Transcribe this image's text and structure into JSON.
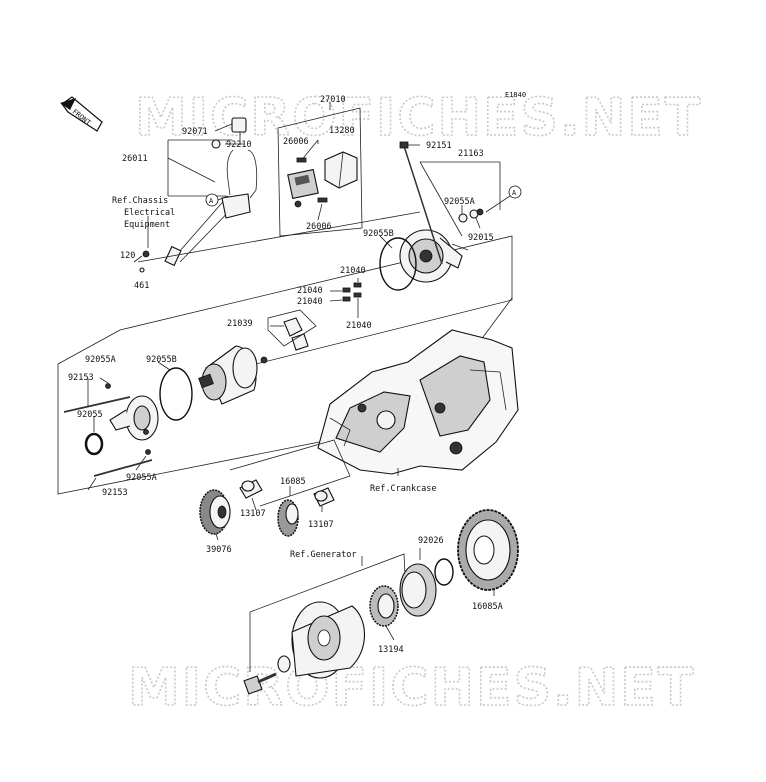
{
  "page_code": "E1840",
  "front_label": "FRONT",
  "watermark": "MICROFICHES.NET",
  "callouts": {
    "p27010": "27010",
    "p92071": "92071",
    "p92210": "92210",
    "p26011": "26011",
    "p26006a": "26006",
    "p13280": "13280",
    "p26006b": "26006",
    "p92151": "92151",
    "p21163": "21163",
    "p92055A_top": "92055A",
    "p92015": "92015",
    "p92055B_top": "92055B",
    "p120": "120",
    "p461": "461",
    "p21040a": "21040",
    "p21040b": "21040",
    "p21040c": "21040",
    "p21040d": "21040",
    "p21039": "21039",
    "p92055A_l": "92055A",
    "p92055B_l": "92055B",
    "p92153a": "92153",
    "p92055": "92055",
    "p92055A_b": "92055A",
    "p92153b": "92153",
    "p16085": "16085",
    "p13107a": "13107",
    "p13107b": "13107",
    "p39076": "39076",
    "p92026": "92026",
    "p16085A": "16085A",
    "p13194": "13194"
  },
  "refs": {
    "chassis_1": "Ref.Chassis",
    "chassis_2": "Electrical",
    "chassis_3": "Equipment",
    "crankcase": "Ref.Crankcase",
    "generator": "Ref.Generator"
  },
  "ref_marker": "A"
}
